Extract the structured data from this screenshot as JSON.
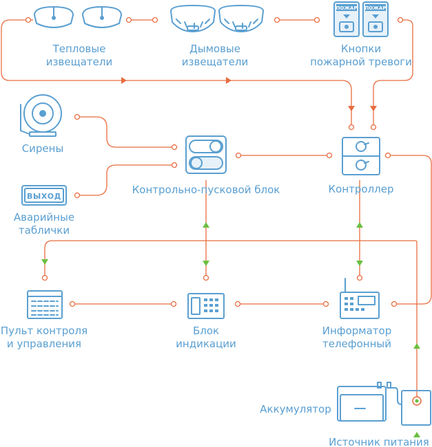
{
  "colors": {
    "icon_blue": "#5a9fd1",
    "light_fill": "#e7f1f9",
    "connection_orange": "#e86c3f",
    "arrow_green": "#6abf3f"
  },
  "nodes": {
    "heat_detectors": {
      "line1": "Тепловые",
      "line2": "извещатели",
      "icon": "heat-detector-icon"
    },
    "smoke_detectors": {
      "line1": "Дымовые",
      "line2": "извещатели",
      "icon": "smoke-detector-icon"
    },
    "alarm_buttons": {
      "line1": "Кнопки",
      "line2": "пожарной тревоги",
      "icon": "fire-alarm-button-icon",
      "button_text": "ПОЖАР"
    },
    "sirens": {
      "label": "Сирены",
      "icon": "siren-bell-icon"
    },
    "exit_signs": {
      "line1": "Аварийные",
      "line2": "таблички",
      "icon": "exit-sign-icon",
      "sign_text": "ВЫХОД"
    },
    "control_start_unit": {
      "label": "Контрольно-пусковой блок",
      "icon": "control-start-unit-icon"
    },
    "controller": {
      "label": "Контроллер",
      "icon": "controller-icon"
    },
    "control_panel": {
      "line1": "Пульт контроля",
      "line2": "и управления",
      "icon": "control-panel-icon"
    },
    "indication_unit": {
      "line1": "Блок",
      "line2": "индикации",
      "icon": "indication-unit-icon"
    },
    "phone_informer": {
      "line1": "Информатор",
      "line2": "телефонный",
      "icon": "phone-informer-icon"
    },
    "battery": {
      "label": "Аккумулятор",
      "icon": "battery-icon"
    },
    "power_supply": {
      "label": "Источник питания",
      "icon": "power-supply-icon"
    }
  }
}
